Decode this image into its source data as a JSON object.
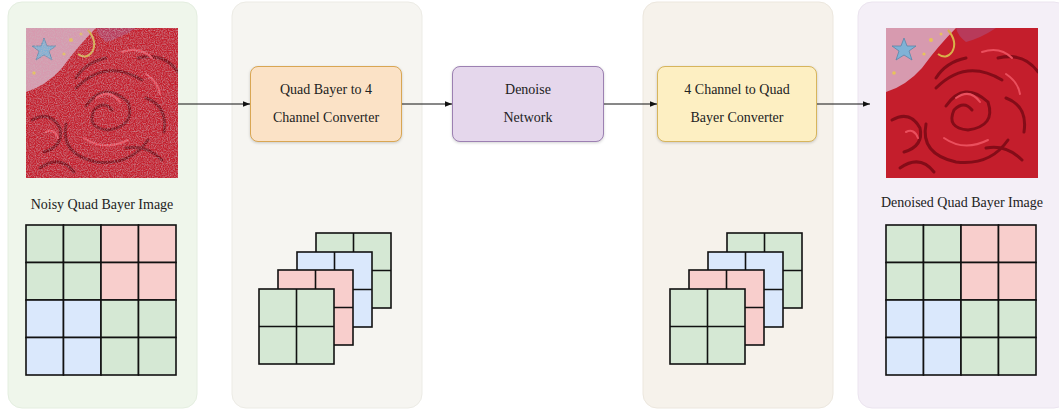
{
  "diagram": {
    "nodes": [
      {
        "text": [
          "Noisy Quad Bayer Image"
        ]
      },
      {
        "text": [
          "Quad Bayer to 4 Channel Converter"
        ]
      },
      {
        "text": [
          "Denoise Network"
        ]
      },
      {
        "text": [
          "4 Channel to Quad Bayer Converter"
        ]
      },
      {
        "text": [
          "Denoised Quad Bayer Image"
        ]
      }
    ],
    "edges": [
      {
        "from": 0,
        "to": 1,
        "arrow": "to"
      },
      {
        "from": 1,
        "to": 2,
        "arrow": "to"
      },
      {
        "from": 2,
        "to": 3,
        "arrow": "to"
      },
      {
        "from": 3,
        "to": 4,
        "arrow": "to"
      }
    ]
  }
}
